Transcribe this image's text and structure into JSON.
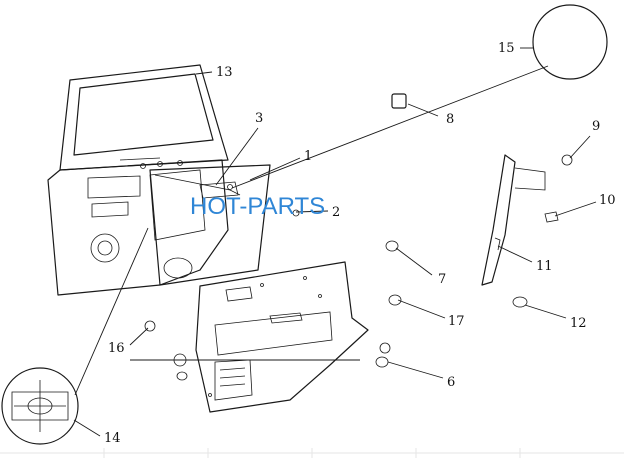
{
  "watermark": "HOT-PARTS",
  "callouts": [
    {
      "id": "p1",
      "label": "1"
    },
    {
      "id": "p2",
      "label": "2"
    },
    {
      "id": "p3",
      "label": "3"
    },
    {
      "id": "p6",
      "label": "6"
    },
    {
      "id": "p7",
      "label": "7"
    },
    {
      "id": "p8",
      "label": "8"
    },
    {
      "id": "p9",
      "label": "9"
    },
    {
      "id": "p10",
      "label": "10"
    },
    {
      "id": "p11",
      "label": "11"
    },
    {
      "id": "p12",
      "label": "12"
    },
    {
      "id": "p13",
      "label": "13"
    },
    {
      "id": "p14",
      "label": "14"
    },
    {
      "id": "p15",
      "label": "15"
    },
    {
      "id": "p16",
      "label": "16"
    },
    {
      "id": "p17",
      "label": "17"
    }
  ]
}
